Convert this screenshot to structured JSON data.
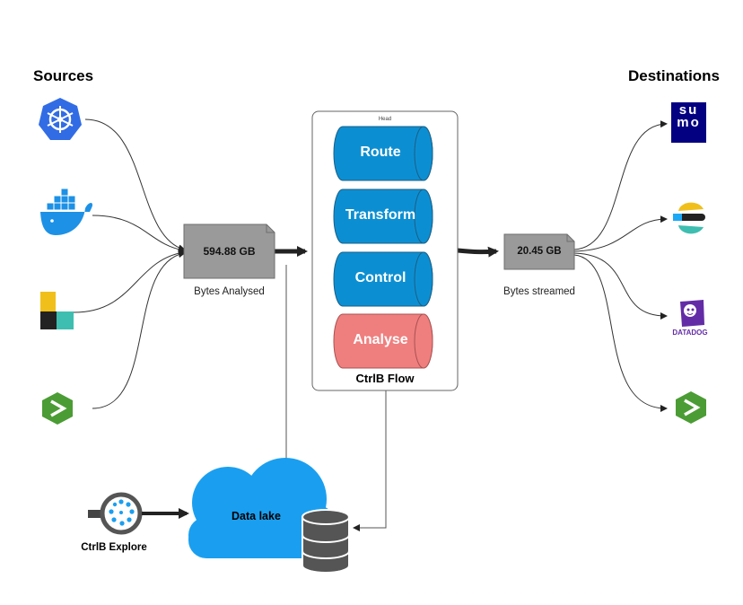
{
  "sources": {
    "heading": "Sources",
    "items": [
      {
        "icon": "kubernetes-icon"
      },
      {
        "icon": "docker-whale-icon"
      },
      {
        "icon": "elastic-logo-icon"
      },
      {
        "icon": "prompt-chevron-icon"
      }
    ]
  },
  "destinations": {
    "heading": "Destinations",
    "items": [
      {
        "icon": "sumo-logic-icon",
        "text": "su mo"
      },
      {
        "icon": "elastic-icon"
      },
      {
        "icon": "datadog-icon",
        "text": "DATADOG"
      },
      {
        "icon": "prompt-chevron-icon"
      }
    ]
  },
  "analysed": {
    "value": "594.88 GB",
    "caption": "Bytes Analysed"
  },
  "streamed": {
    "value": "20.45 GB",
    "caption": "Bytes streamed"
  },
  "flow": {
    "head_label": "Head",
    "title": "CtrlB Flow",
    "stages": [
      "Route",
      "Transform",
      "Control",
      "Analyse"
    ]
  },
  "explore": {
    "label": "CtrlB Explore"
  },
  "datalake": {
    "label": "Data lake"
  },
  "colors": {
    "blue_stage": "#0c8fd2",
    "red_stage": "#ef7f7e",
    "gray_store": "#9a9a9a",
    "cloud": "#1a9ff0",
    "green": "#4b9c34",
    "kubernetes": "#326ce5",
    "sumo": "#030081",
    "datadog": "#632ca6"
  }
}
